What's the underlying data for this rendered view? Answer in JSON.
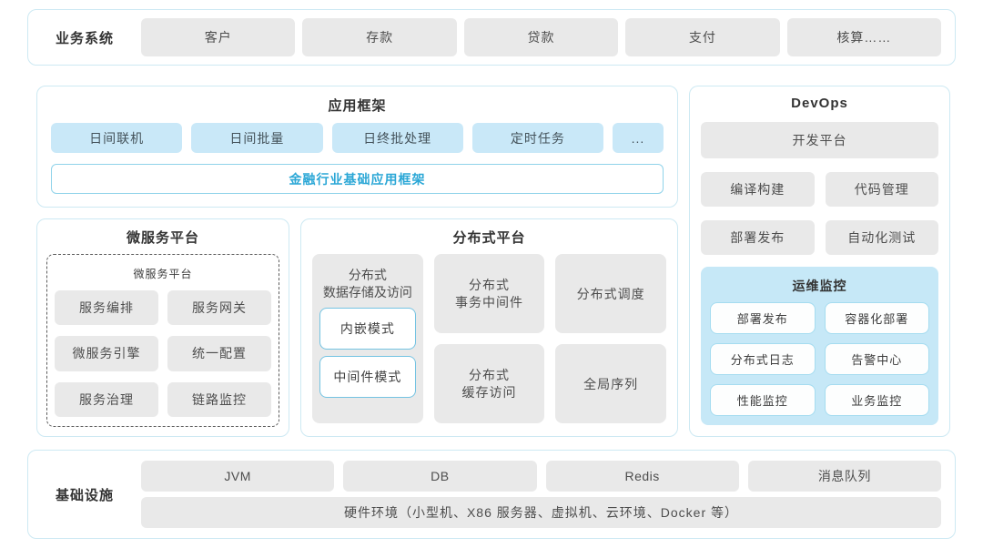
{
  "colors": {
    "box_border": "#cde9f3",
    "button_gray": "#e9e9e9",
    "button_blue": "#c9e8f8",
    "panel_blue": "#c6e8f7",
    "accent_blue_text": "#2ba7d6",
    "accent_blue_border": "#90d3ea",
    "mode_border": "#74c3e2",
    "text_dark": "#333333"
  },
  "business": {
    "label": "业务系统",
    "buttons": [
      "客户",
      "存款",
      "贷款",
      "支付",
      "核算……"
    ]
  },
  "app_framework": {
    "title": "应用框架",
    "buttons": [
      "日间联机",
      "日间批量",
      "日终批处理",
      "定时任务",
      "..."
    ],
    "base_bar": "金融行业基础应用框架"
  },
  "microservice": {
    "title": "微服务平台",
    "inner_title": "微服务平台",
    "buttons": [
      "服务编排",
      "服务网关",
      "微服务引擎",
      "统一配置",
      "服务治理",
      "链路监控"
    ]
  },
  "distributed": {
    "title": "分布式平台",
    "storage": "分布式\n数据存储及访问",
    "modes": [
      "内嵌模式",
      "中间件模式"
    ],
    "transaction": "分布式\n事务中间件",
    "cache": "分布式\n缓存访问",
    "schedule": "分布式调度",
    "sequence": "全局序列"
  },
  "devops": {
    "title": "DevOps",
    "dev_platform": "开发平台",
    "buttons": [
      "编译构建",
      "代码管理",
      "部署发布",
      "自动化测试"
    ],
    "ops_monitor": {
      "title": "运维监控",
      "buttons": [
        "部署发布",
        "容器化部署",
        "分布式日志",
        "告警中心",
        "性能监控",
        "业务监控"
      ]
    }
  },
  "infrastructure": {
    "label": "基础设施",
    "buttons": [
      "JVM",
      "DB",
      "Redis",
      "消息队列"
    ],
    "hardware": "硬件环境（小型机、X86 服务器、虚拟机、云环境、Docker 等）"
  }
}
